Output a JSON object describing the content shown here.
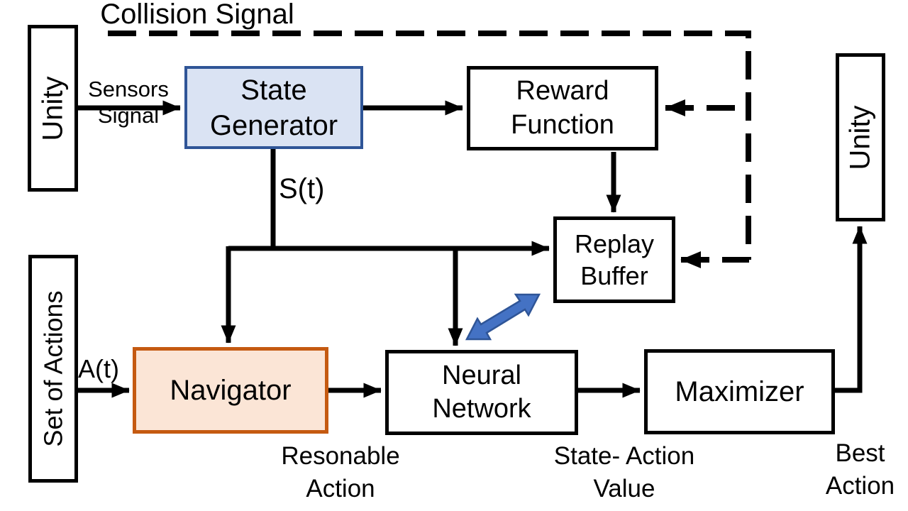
{
  "nodes": {
    "unity_left": {
      "label": "Unity"
    },
    "state_generator": {
      "label": "State\nGenerator"
    },
    "reward_function": {
      "label": "Reward\nFunction"
    },
    "replay_buffer": {
      "label": "Replay\nBuffer"
    },
    "set_of_actions": {
      "label": "Set of Actions"
    },
    "navigator": {
      "label": "Navigator"
    },
    "neural_network": {
      "label": "Neural\nNetwork"
    },
    "maximizer": {
      "label": "Maximizer"
    },
    "unity_right": {
      "label": "Unity"
    }
  },
  "edge_labels": {
    "collision_signal": "Collision Signal",
    "sensors_signal": "Sensors\nSignal",
    "state_signal": "S(t)",
    "actions_signal": "A(t)",
    "resonable_action": "Resonable\nAction",
    "state_action_value": "State- Action\nValue",
    "best_action": "Best\nAction"
  },
  "colors": {
    "state_generator_fill": "#dae3f3",
    "state_generator_border": "#2f5597",
    "navigator_fill": "#fbe5d6",
    "navigator_border": "#c55a11",
    "sync_arrow_fill": "#4472c4",
    "sync_arrow_stroke": "#2f5597",
    "line_color": "#000000",
    "text_color": "#000000"
  }
}
